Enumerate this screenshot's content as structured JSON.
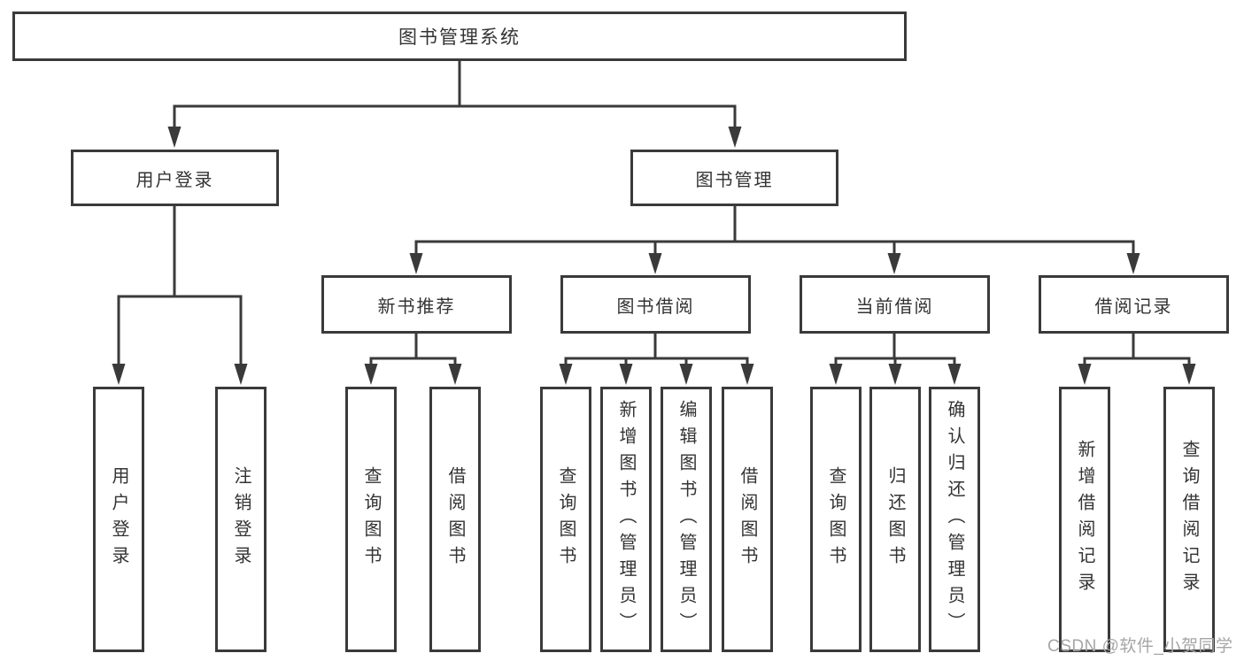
{
  "root": {
    "label": "图书管理系统"
  },
  "branches": [
    {
      "label": "用户登录",
      "children": [
        {
          "label": "用户登录"
        },
        {
          "label": "注销登录"
        }
      ]
    },
    {
      "label": "图书管理",
      "children": [
        {
          "label": "新书推荐",
          "children": [
            {
              "label": "查询图书"
            },
            {
              "label": "借阅图书"
            }
          ]
        },
        {
          "label": "图书借阅",
          "children": [
            {
              "label": "查询图书"
            },
            {
              "label": "新增图书（管理员）"
            },
            {
              "label": "编辑图书（管理员）"
            },
            {
              "label": "借阅图书"
            }
          ]
        },
        {
          "label": "当前借阅",
          "children": [
            {
              "label": "查询图书"
            },
            {
              "label": "归还图书"
            },
            {
              "label": "确认归还（管理员）"
            }
          ]
        },
        {
          "label": "借阅记录",
          "children": [
            {
              "label": "新增借阅记录"
            },
            {
              "label": "查询借阅记录"
            }
          ]
        }
      ]
    }
  ],
  "watermark": "CSDN @软件_小贺同学",
  "colors": {
    "line": "#3a3a3a",
    "text": "#333333",
    "watermark": "#a6a6a6",
    "background": "#ffffff"
  }
}
